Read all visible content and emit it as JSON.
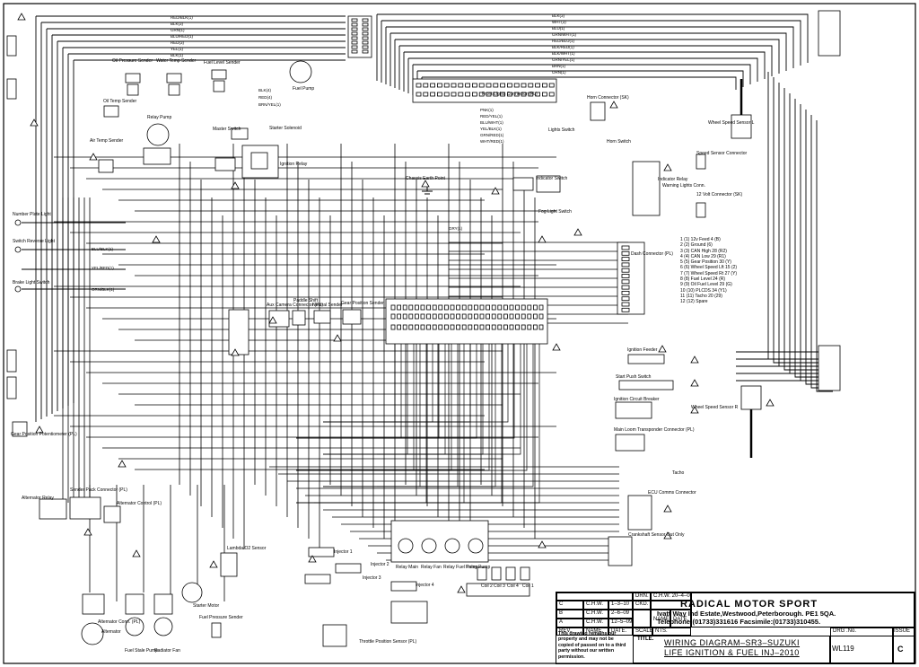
{
  "title_block": {
    "company": "RADICAL MOTOR SPORT",
    "address": "Ivatt Way Ind Estate,Westwood,Peterborough. PE1 5QA.",
    "telephone": "Telephone:(01733)331616 Facsimile:(01733)310455.",
    "title_label": "TITLE.",
    "title_line1": "WIRING DIAGRAM–SR3–SUZUKI",
    "title_line2": "LIFE IGNITION & FUEL INJ–2010",
    "drg_no_label": "DRG .No.",
    "drg_no": "WL119",
    "issue_label": "ISSUE",
    "issue": "C",
    "disclaimer": "This drawing remains our property and may not be copied of passed on to a third party without our written permission.",
    "drn_label": "DRN.",
    "drn_value": "C.H.W. 20–4–09",
    "ckd_label": "CKD.",
    "name_label": "NAME.",
    "date_label": "DATE.",
    "scale_label": "SCALE.",
    "scale_value": "NTS.",
    "rev_label": "REV.",
    "rev_name_label": "NAME.",
    "rev_date_label": "DATE.",
    "revisions": [
      {
        "rev": "C",
        "name": "C.H.W.",
        "date": "1–3–10"
      },
      {
        "rev": "B",
        "name": "C.H.W.",
        "date": "2–6–09"
      },
      {
        "rev": "A",
        "name": "C.H.W.",
        "date": "12–5–09"
      }
    ]
  },
  "components": {
    "oil_pressure": "Oil Pressure Sender",
    "water_temp": "Water Temp Sender",
    "fuel_level": "Fuel Level Sender",
    "fuel_pump": "Fuel Pump",
    "oil_temp": "Oil Temp Sender",
    "air_temp": "Air Temp Sender",
    "relay_pump": "Relay Pump",
    "master_switch": "Master Switch",
    "starter_solenoid": "Starter Solenoid",
    "ignition_relay": "Ignition Relay",
    "number_plate_light": "Number Plate Light",
    "reverse_light": "Switch Reverse Light",
    "brake_light": "Brake Light Switch",
    "gear_position": "Gear Position Potentiometer (PL)",
    "alternator_relay": "Alternator Relay",
    "sender_pack": "Sender Pack Connector (PL)",
    "alternator_control": "Alternator Control (PL)",
    "alternator_conn": "Alternator Conn. (PL)",
    "alternator": "Alternator",
    "fuel_stale_pump": "Fuel Stale Pump",
    "radiator_fan": "Radiator Fan",
    "fuel_pressure": "Fuel Pressure Sender",
    "starter_motor": "Starter Motor",
    "lambda_sensor": "Lambda/O2 Sensor",
    "throttle_position": "Throttle Position Sensor (PL)",
    "aux_camera": "Aux Camera Connector (PL)",
    "paddle_shift": "Paddle Shift",
    "neutral_sender": "Neutral Sender",
    "gear_position_sender": "Gear Position Sender",
    "dash_connector": "Dash Connector (PL)",
    "front_lights": "Front Lights Connector (PL)",
    "horn": "Horn Connector (SK)",
    "horn_switch": "Horn Switch",
    "lights_switch": "Lights Switch",
    "indicator_relay": "Indicator Relay",
    "indicator_switch": "Indicator Switch",
    "chassis_earth": "Chassis Earth Point",
    "fog_light_switch": "Fog Light Switch",
    "warning_lights": "Warning Lights Conn.",
    "speed_sensor_conn": "Speed Sensor Connector",
    "twelve_volt": "12 Volt Connector (SK)",
    "wheel_speed_l": "Wheel Speed Sensor L",
    "wheel_speed_r": "Wheel Speed Sensor R",
    "ignition_feed": "Ignition Feeder",
    "start_push": "Start Push Switch",
    "ignition_circuit": "Ignition Circuit Breaker",
    "transponder": "Main Loom Transponder Connector (PL)",
    "tacho": "Tacho",
    "ecu_comms": "ECU Comms Connector",
    "crankshaft": "Crankshaft Sensor Out Only",
    "injector1": "Injector 1",
    "injector2": "Injector 2",
    "injector3": "Injector 3",
    "injector4": "Injector 4",
    "relay_main": "Relay Main",
    "relay_fan": "Relay Fan",
    "relay_fuel": "Relay Fuel Pump",
    "coil1": "Coil 1",
    "coil2": "Coil 2",
    "coil3": "Coil 3",
    "coil4": "Coil 4"
  },
  "dash_legend": [
    "1  (1) 12v Feed 4 (B)",
    "2  (2) Ground (6)",
    "3  (3) CAN High 28 (R2)",
    "4  (4) CAN Low 29 (R1)",
    "5  (5) Gear Position 30 (Y)",
    "6  (6) Wheel Speed Lft 15 (2)",
    "7  (7) Wheel Speed Rt 27 (Y)",
    "8  (8) Fuel Level 24 (R)",
    "9  (9) Oil Fuel Level 29 (G)",
    "10 (10) PLCDS 34 (Y1)",
    "11 (11) Tacho 20 (29)",
    "12 (12) Spare"
  ],
  "wire_labels": {
    "w1": "BLK(3)",
    "w2": "RED/BLK(1)",
    "w3": "BLK(3)",
    "w4": "GRN(1)",
    "w5": "BLU/RED(1)",
    "w6": "RED(3)",
    "w7": "YEL(1)",
    "w8": "BLK(1)",
    "w9": "WHT(3)",
    "w10": "BLU(1)",
    "w11": "GRN/WHT(1)",
    "w12": "RED/BLU(1)",
    "w13": "BLK/RED(1)",
    "w14": "BLK/WHT(1)",
    "w15": "GRN/YEL(1)",
    "w16": "BRN(1)",
    "w17": "ORN(1)",
    "w18": "PNK(1)",
    "w19": "RED/YEL(1)",
    "w20": "BLU/WHT(1)",
    "w21": "YEL/BLK(1)",
    "w22": "GRN/RED(1)",
    "w23": "WHT/RED(1)",
    "w24": "BLK(4)",
    "w25": "RED(4)",
    "w26": "BRN/YEL(1)",
    "w27": "BLU/BLK(1)",
    "w28": "YEL/RED(1)",
    "w29": "ORN/BLK(1)",
    "w30": "GRY(1)"
  }
}
